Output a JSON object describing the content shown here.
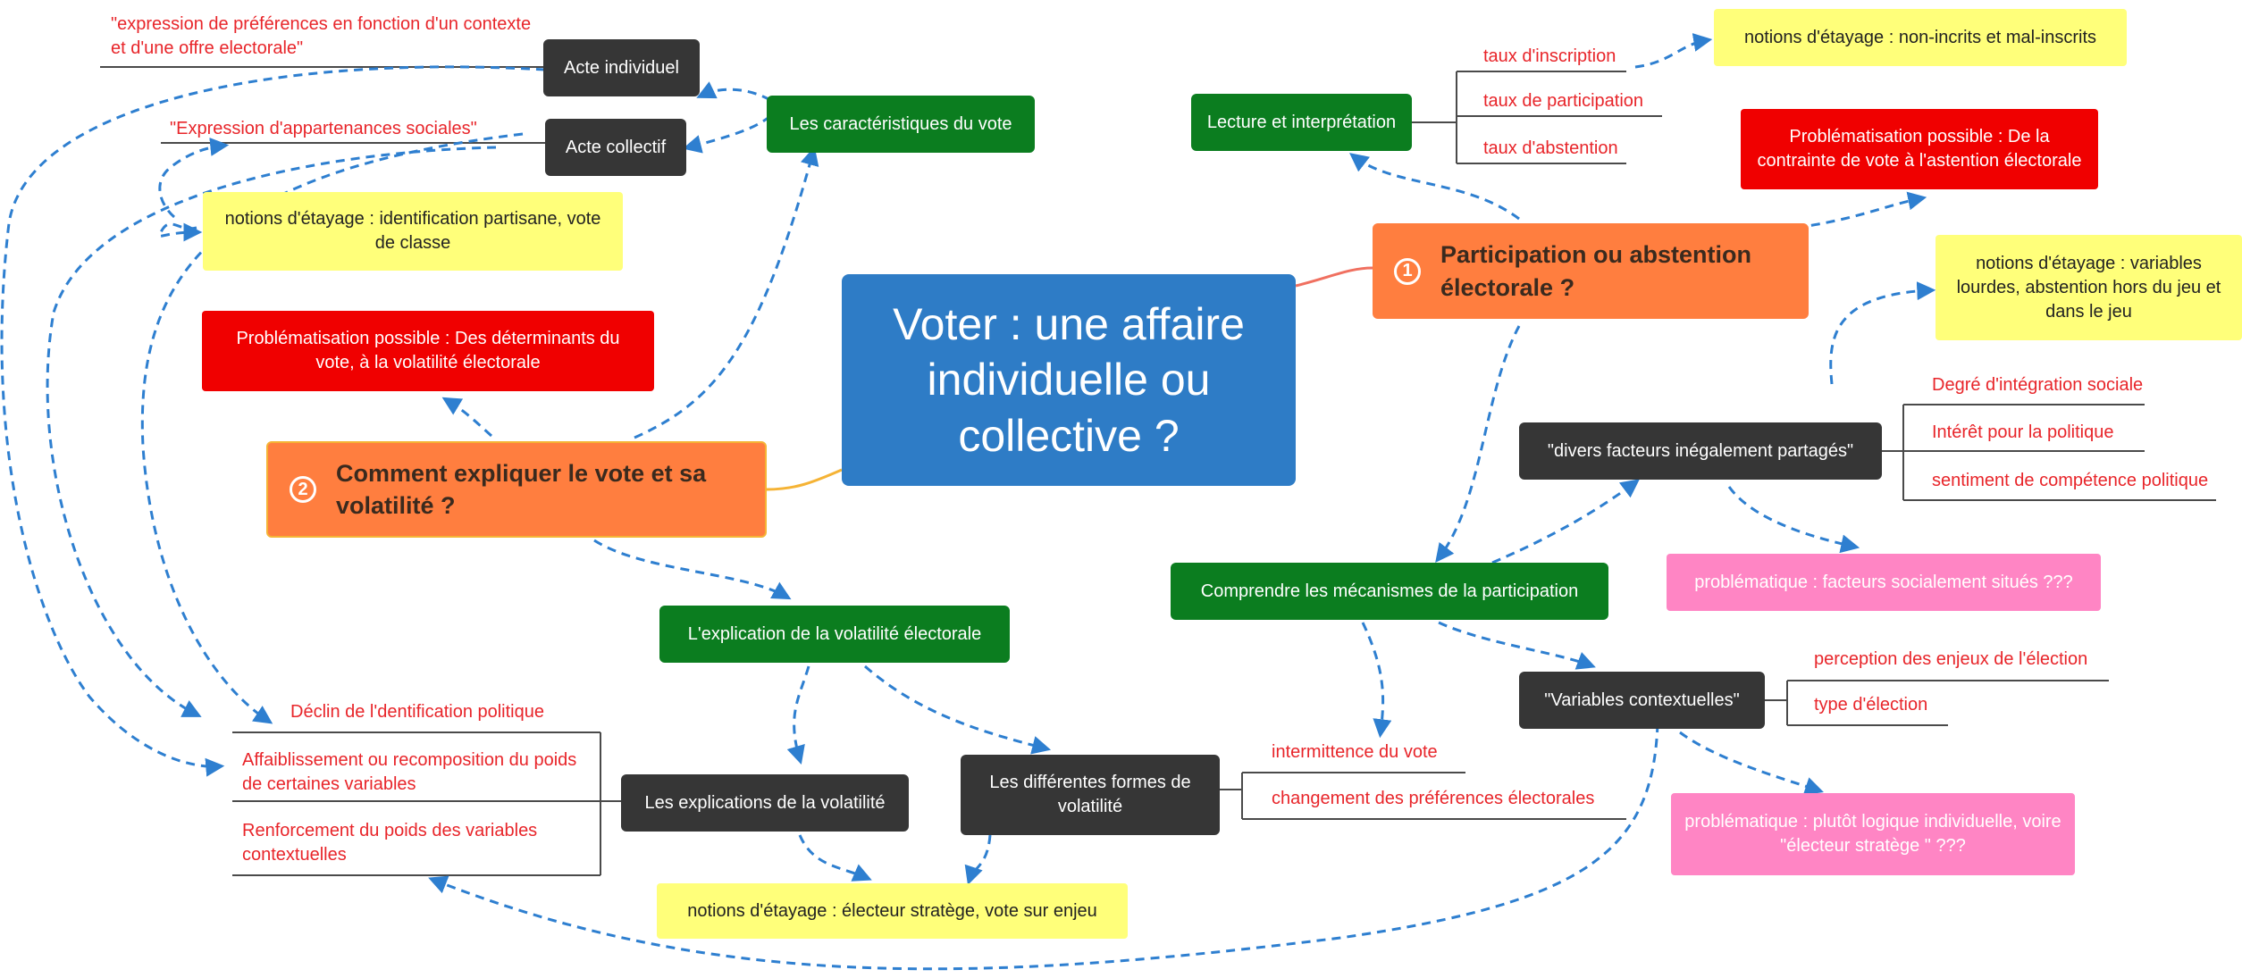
{
  "central": {
    "title": "Voter : une affaire individuelle ou collective ?"
  },
  "branch1": {
    "number": "1",
    "label": "Participation ou abstention électorale ?"
  },
  "branch2": {
    "number": "2",
    "label": "Comment expliquer le vote et sa volatilité ?"
  },
  "lecture": {
    "label": "Lecture et interprétation",
    "items": [
      "taux d'inscription",
      "taux de participation",
      "taux d'abstention"
    ]
  },
  "notions_inscrits": "notions d'étayage : non-incrits et mal-inscrits",
  "problematisation1": "Problématisation possible : De la contrainte de vote à l'astention électorale",
  "notions_variables": "notions d'étayage : variables lourdes, abstention hors du jeu et dans le jeu",
  "divers_facteurs": {
    "label": "\"divers facteurs inégalement partagés\"",
    "items": [
      "Degré d'intégration sociale",
      "Intérêt pour la politique",
      "sentiment de compétence politique"
    ]
  },
  "problematique_facteurs": "problématique : facteurs socialement situés ???",
  "comprendre": "Comprendre les mécanismes de la participation",
  "variables_contextuelles": {
    "label": "\"Variables contextuelles\"",
    "items": [
      "perception des enjeux de l'élection",
      "type d'élection"
    ]
  },
  "problematique_logique": "problématique : plutôt logique individuelle, voire \"électeur stratège \" ???",
  "intermittence": "intermittence du vote",
  "changement": "changement des préférences électorales",
  "caracteristiques": "Les caractéristiques du vote",
  "acte_individuel": {
    "label": "Acte individuel",
    "note": "\"expression de préférences en fonction d'un contexte et d'une offre electorale\""
  },
  "acte_collectif": {
    "label": "Acte collectif",
    "note": "\"Expression d'appartenances sociales\""
  },
  "notions_identification": "notions d'étayage : identification partisane, vote de classe",
  "problematisation2": "Problématisation possible : Des déterminants du vote, à la volatilité électorale",
  "explication_volatilite": "L'explication de la volatilité électorale",
  "explications": {
    "label": "Les explications de la volatilité",
    "items": [
      "Déclin de l'dentification politique",
      "Affaiblissement ou recomposition du poids de certaines variables",
      "Renforcement du poids des variables contextuelles"
    ]
  },
  "formes": "Les différentes formes de volatilité",
  "notions_stratege": "notions d'étayage : électeur stratège, vote sur enjeu",
  "colors": {
    "central": "#2e7cc6",
    "branch": "#ff7e3f",
    "green": "#0b7d1f",
    "dark": "#363636",
    "yellow": "#ffff7a",
    "red": "#f00000",
    "pink": "#ff85c4",
    "label_text": "#e8252a",
    "arrow": "#2e7fd0"
  }
}
